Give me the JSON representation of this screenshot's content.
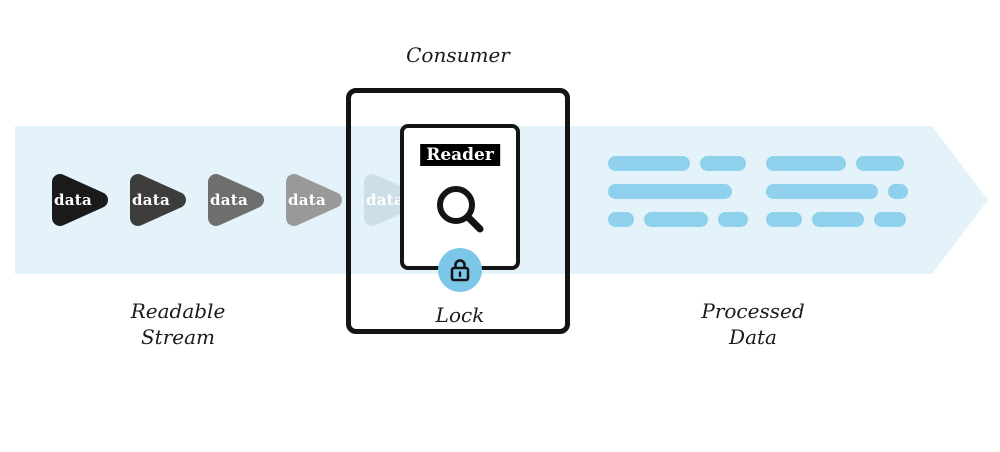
{
  "colors": {
    "band": "#E4F2FA",
    "bar": "#8FD0EC",
    "lock_badge": "#7CC7E8",
    "outline": "#141414"
  },
  "stream": {
    "caption_line1": "Readable",
    "caption_line2": "Stream",
    "items": [
      {
        "label": "data",
        "color": "#1a1a1a",
        "text_color": "#ffffff"
      },
      {
        "label": "data",
        "color": "#3d3d3d",
        "text_color": "#ffffff"
      },
      {
        "label": "data",
        "color": "#6e6e6e",
        "text_color": "#ffffff"
      },
      {
        "label": "data",
        "color": "#999999",
        "text_color": "#ffffff"
      },
      {
        "label": "data",
        "color": "#ccdfe9",
        "text_color": "#ffffff"
      }
    ]
  },
  "consumer": {
    "label": "Consumer",
    "reader_label": "Reader",
    "lock_label": "Lock"
  },
  "processed": {
    "caption_line1": "Processed",
    "caption_line2": "Data",
    "groups": [
      {
        "rows": [
          [
            82,
            46
          ],
          [
            124
          ],
          [
            26,
            64,
            30
          ]
        ]
      },
      {
        "rows": [
          [
            80,
            48
          ],
          [
            112,
            20
          ],
          [
            36,
            52,
            32
          ]
        ]
      }
    ]
  }
}
